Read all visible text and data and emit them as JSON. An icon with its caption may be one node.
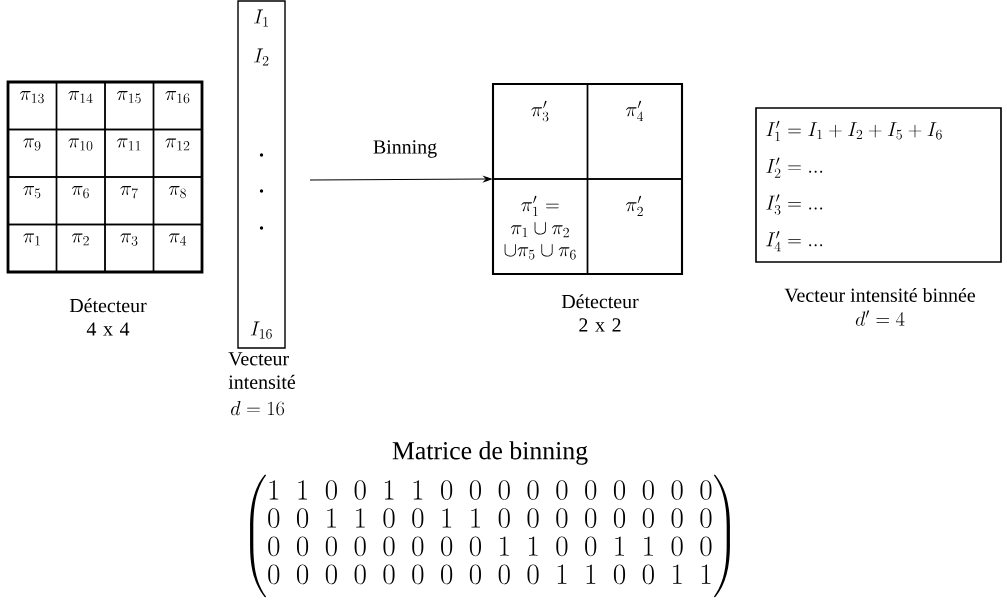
{
  "diagram": {
    "nodes": [
      {
        "text": [],
        "shape": "box",
        "beside": [
          "Détecteur 4 x 4"
        ]
      },
      {
        "text": [
          "\\pi_{13}"
        ],
        "in": 0
      },
      {
        "text": [
          "\\pi_{14}"
        ],
        "in": 0
      },
      {
        "text": [
          "\\pi_{15}"
        ],
        "in": 0
      },
      {
        "text": [
          "\\pi_{16}"
        ],
        "in": 0
      },
      {
        "text": [
          "\\pi_{9}"
        ],
        "in": 0
      },
      {
        "text": [
          "\\pi_{10}"
        ],
        "in": 0
      },
      {
        "text": [
          "\\pi_{11}"
        ],
        "in": 0
      },
      {
        "text": [
          "\\pi_{12}"
        ],
        "in": 0
      },
      {
        "text": [
          "\\pi_{5}"
        ],
        "in": 0
      },
      {
        "text": [
          "\\pi_{6}"
        ],
        "in": 0
      },
      {
        "text": [
          "\\pi_{7}"
        ],
        "in": 0
      },
      {
        "text": [
          "\\pi_{8}"
        ],
        "in": 0
      },
      {
        "text": [
          "\\pi_{1}"
        ],
        "in": 0
      },
      {
        "text": [
          "\\pi_{2}"
        ],
        "in": 0
      },
      {
        "text": [
          "\\pi_{3}"
        ],
        "in": 0
      },
      {
        "text": [
          "\\pi_{4}"
        ],
        "in": 0
      },
      {
        "text": [
          "I_1",
          "I_2",
          "I_{16}"
        ],
        "beside": [
          "Vecteur intensité",
          "d=16"
        ]
      },
      {
        "text": [],
        "shape": "box",
        "beside": [
          "Détecteur 2 x 2"
        ]
      },
      {
        "text": [
          "\\pi'_3"
        ],
        "in": 18
      },
      {
        "text": [
          "\\pi'_4"
        ],
        "in": 18
      },
      {
        "text": [
          "\\pi'_1=",
          "\\pi_1\\cup\\pi_2",
          "\\cup\\pi_5\\cup\\pi_6"
        ],
        "in": 18
      },
      {
        "text": [
          "\\pi'_2"
        ],
        "in": 18
      },
      {
        "text": [
          "I'_1=I_1+I_2+I_5+I_6",
          "I'_2=...",
          "I'_3=...",
          "I'_4=..."
        ],
        "beside": [
          "Vecteur intensité binnée",
          "d'=4"
        ]
      }
    ],
    "edges": [
      {
        "from": null,
        "to": 18,
        "arrow": "to",
        "label": "Binning"
      }
    ],
    "labels": [
      "Matrice de binning",
      "\\begin{pmatrix}1&1&0&0&1&1&0&0&0&0&0&0&0&0&0&0\\\\0&0&1&1&0&0&1&1&0&0&0&0&0&0&0&0\\\\0&0&0&0&0&0&0&0&1&1&0&0&1&1&0&0\\\\0&0&0&0&0&0&0&0&0&0&1&1&0&0&1&1\\end{pmatrix}"
    ]
  }
}
